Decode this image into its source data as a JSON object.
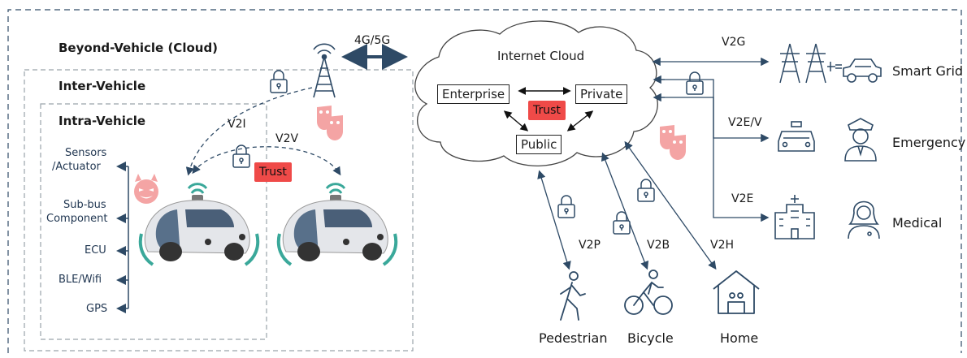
{
  "layers": {
    "beyond": "Beyond-Vehicle (Cloud)",
    "inter": "Inter-Vehicle",
    "intra": "Intra-Vehicle"
  },
  "network": "4G/5G",
  "cloud": {
    "title": "Internet Cloud",
    "enterprise": "Enterprise",
    "private": "Private",
    "public": "Public",
    "trust": "Trust"
  },
  "vehicle_links": {
    "v2i": "V2I",
    "v2v": "V2V",
    "trust": "Trust"
  },
  "components": [
    "Sensors",
    "/Actuator",
    "Sub-bus",
    "Component",
    "ECU",
    "BLE/Wifi",
    "GPS"
  ],
  "right_links": {
    "v2g": "V2G",
    "v2ev": "V2E/V",
    "v2e": "V2E"
  },
  "right_entities": {
    "smart_grid": "Smart Grid",
    "emergency": "Emergency",
    "medical": "Medical"
  },
  "bottom_links": {
    "v2p": "V2P",
    "v2b": "V2B",
    "v2h": "V2H"
  },
  "bottom_entities": {
    "pedestrian": "Pedestrian",
    "bicycle": "Bicycle",
    "home": "Home"
  },
  "colors": {
    "line": "#2e4a66",
    "accent": "#ef4a48",
    "mask": "#f4a4a4",
    "teal": "#3aa89a"
  }
}
